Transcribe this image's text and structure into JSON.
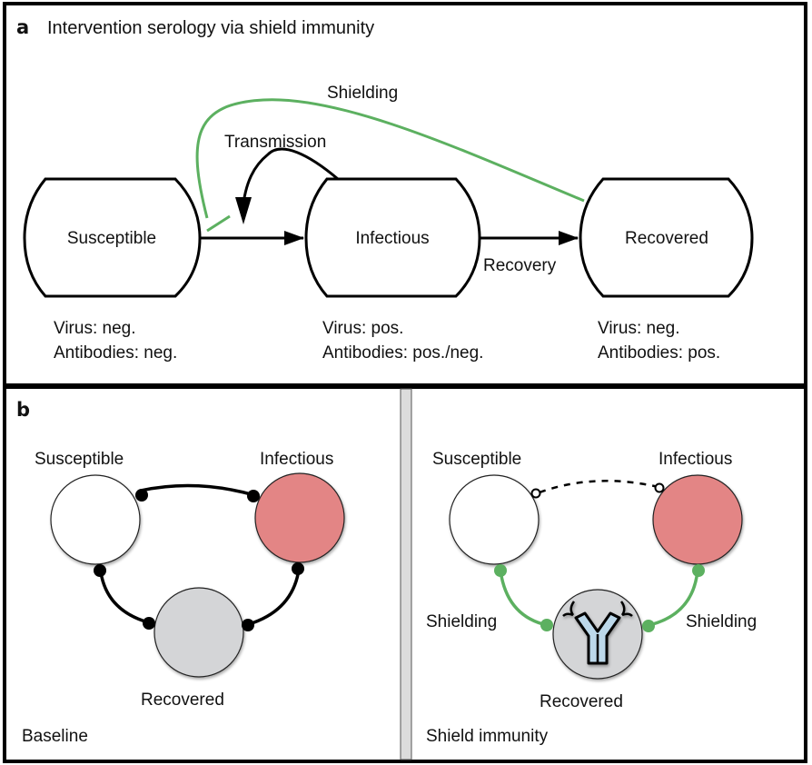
{
  "panel_a": {
    "letter": "a",
    "title": "Intervention serology via shield immunity",
    "nodes": [
      {
        "label": "Susceptible",
        "virus": "Virus: neg.",
        "antibodies": "Antibodies: neg."
      },
      {
        "label": "Infectious",
        "virus": "Virus: pos.",
        "antibodies": "Antibodies: pos./neg."
      },
      {
        "label": "Recovered",
        "virus": "Virus: neg.",
        "antibodies": "Antibodies: pos."
      }
    ],
    "edges": {
      "transmission": "Transmission",
      "recovery": "Recovery",
      "shielding": "Shielding"
    }
  },
  "panel_b": {
    "letter": "b",
    "left": {
      "caption": "Baseline",
      "nodes": {
        "susceptible": "Susceptible",
        "infectious": "Infectious",
        "recovered": "Recovered"
      }
    },
    "right": {
      "caption": "Shield immunity",
      "nodes": {
        "susceptible": "Susceptible",
        "infectious": "Infectious",
        "recovered": "Recovered"
      },
      "shielding_left": "Shielding",
      "shielding_right": "Shielding",
      "icon": "antibody-icon"
    }
  },
  "colors": {
    "shield_green": "#5cb060",
    "infectious_fill": "#e38585",
    "recovered_fill": "#d4d5d7",
    "antibody_fill": "#bcd8ea",
    "divider": "#dcdcdc"
  }
}
